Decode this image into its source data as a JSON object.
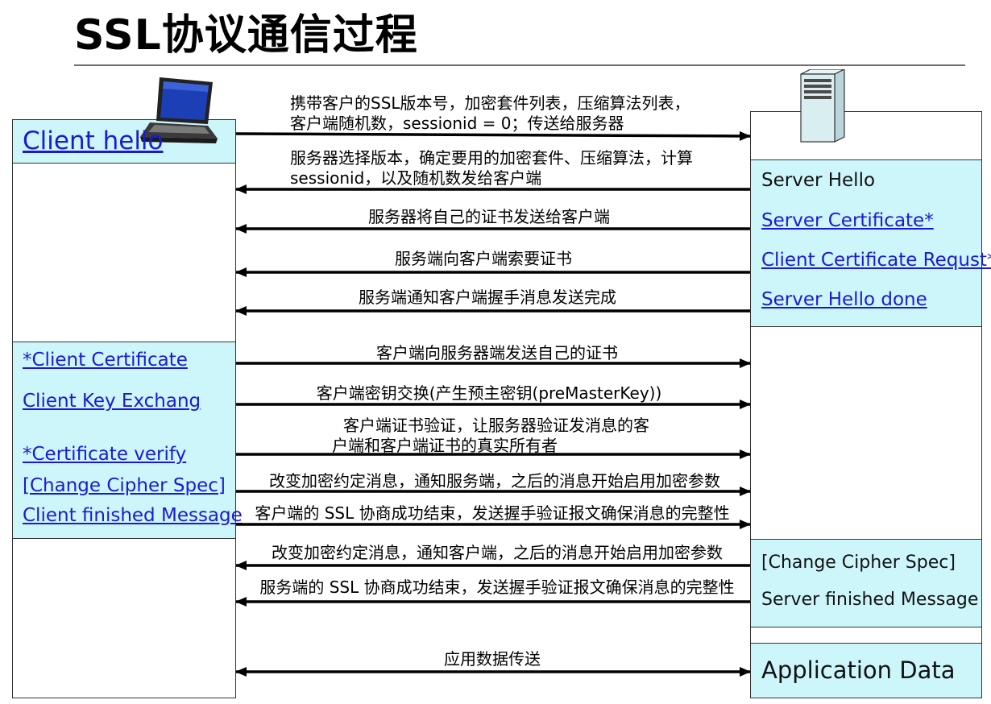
{
  "title": "SSL协议通信过程",
  "client": {
    "hello": "Client hello",
    "group": [
      "*Client Certificate",
      "Client Key Exchang",
      "*Certificate verify",
      "[Change Cipher Spec]",
      "Client finished Message"
    ]
  },
  "server": {
    "hello_group": [
      "Server Hello",
      "Server Certificate*",
      "Client Certificate Requst*",
      "Server Hello done"
    ],
    "finish_group": [
      "[Change Cipher Spec]",
      "Server finished Message"
    ],
    "app_data": "Application Data"
  },
  "messages": [
    {
      "lines": [
        "携带客户的SSL版本号，加密套件列表，压缩算法列表，",
        "客户端随机数，sessionid = 0；传送给服务器"
      ],
      "direction": "to-server"
    },
    {
      "lines": [
        "服务器选择版本，确定要用的加密套件、压缩算法，计算",
        "sessionid，以及随机数发给客户端"
      ],
      "direction": "to-client"
    },
    {
      "lines": [
        "服务器将自己的证书发送给客户端"
      ],
      "direction": "to-client"
    },
    {
      "lines": [
        "服务端向客户端索要证书"
      ],
      "direction": "to-client"
    },
    {
      "lines": [
        "服务端通知客户端握手消息发送完成"
      ],
      "direction": "to-client"
    },
    {
      "lines": [
        "客户端向服务器端发送自己的证书"
      ],
      "direction": "to-server"
    },
    {
      "lines": [
        "客户端密钥交换(产生预主密钥(preMasterKey))"
      ],
      "direction": "to-server"
    },
    {
      "lines": [
        "客户端证书验证，让服务器验证发消息的客",
        "户端和客户端证书的真实所有者"
      ],
      "direction": "to-server"
    },
    {
      "lines": [
        "改变加密约定消息，通知服务端，之后的消息开始启用加密参数"
      ],
      "direction": "to-server"
    },
    {
      "lines": [
        "客户端的 SSL 协商成功结束，发送握手验证报文确保消息的完整性"
      ],
      "direction": "to-server"
    },
    {
      "lines": [
        "改变加密约定消息，通知客户端，之后的消息开始启用加密参数"
      ],
      "direction": "to-client"
    },
    {
      "lines": [
        "服务端的 SSL 协商成功结束，发送握手验证报文确保消息的完整性"
      ],
      "direction": "to-client"
    },
    {
      "lines": [
        "应用数据传送"
      ],
      "direction": "both"
    }
  ],
  "icons": {
    "client": "laptop-icon",
    "server": "server-tower-icon"
  }
}
